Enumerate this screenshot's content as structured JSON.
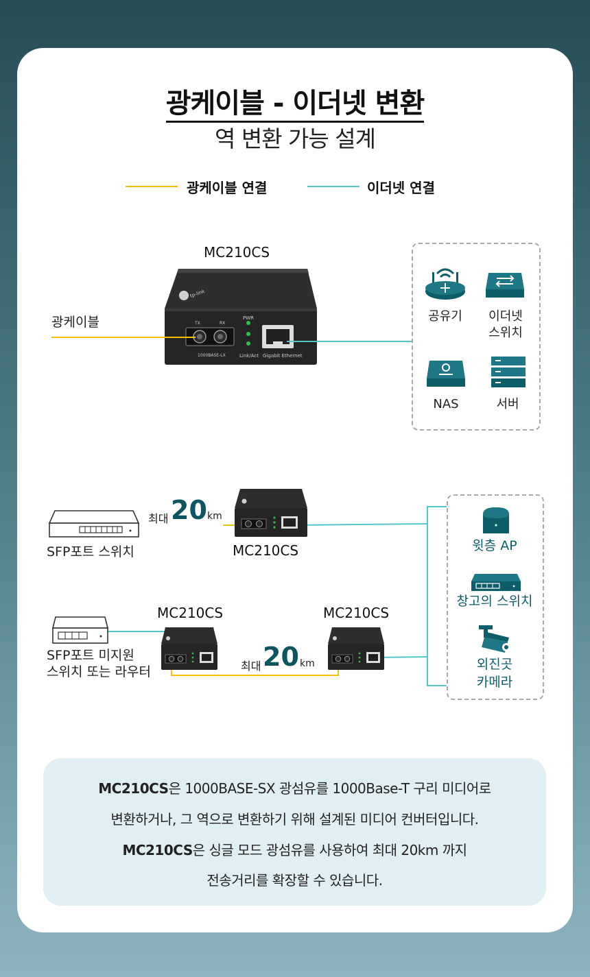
{
  "header": {
    "title": "광케이블 - 이더넷 변환",
    "subtitle": "역 변환 가능 설계"
  },
  "legend": {
    "fiber_label": "광케이블 연결",
    "ethernet_label": "이더넷 연결",
    "fiber_color": "#f2c200",
    "ethernet_color": "#57c4cc"
  },
  "diagram1": {
    "model": "MC210CS",
    "fiber_label": "광케이블",
    "device_tx": "TX",
    "device_rx": "RX",
    "device_pwr": "PWR",
    "device_port_type": "1000BASE-LX",
    "device_link": "Link/Act",
    "device_gigabit": "Gigabit Ethernet",
    "targets": [
      {
        "icon": "router-icon",
        "label": "공유기"
      },
      {
        "icon": "ethernet-switch-icon",
        "label": "이더넷\n스위치"
      },
      {
        "icon": "nas-icon",
        "label": "NAS"
      },
      {
        "icon": "server-icon",
        "label": "서버"
      }
    ]
  },
  "diagram2": {
    "switch_label": "SFP포트 스위치",
    "max_prefix": "최대",
    "max_value": "20",
    "max_unit": "km",
    "model": "MC210CS"
  },
  "diagram3": {
    "device_label": "SFP포트 미지원\n스위치 또는 라우터",
    "model_left": "MC210CS",
    "model_right": "MC210CS",
    "max_prefix": "최대",
    "max_value": "20",
    "max_unit": "km"
  },
  "endpoints": [
    {
      "icon": "wall-ap-icon",
      "label": "윗층 AP"
    },
    {
      "icon": "warehouse-switch-icon",
      "label": "창고의 스위치"
    },
    {
      "icon": "outdoor-camera-icon",
      "label": "외진곳\n카메라"
    }
  ],
  "info": {
    "line1_bold": "MC210CS",
    "line1_rest": "은 1000BASE-SX 광섬유를 1000Base-T 구리 미디어로",
    "line2": "변환하거나, 그 역으로 변환하기 위해 설계된 미디어 컨버터입니다.",
    "line3_bold": "MC210CS",
    "line3_rest": "은 싱글 모드 광섬유를 사용하여 최대 20km 까지",
    "line4": "전송거리를 확장할 수 있습니다."
  }
}
